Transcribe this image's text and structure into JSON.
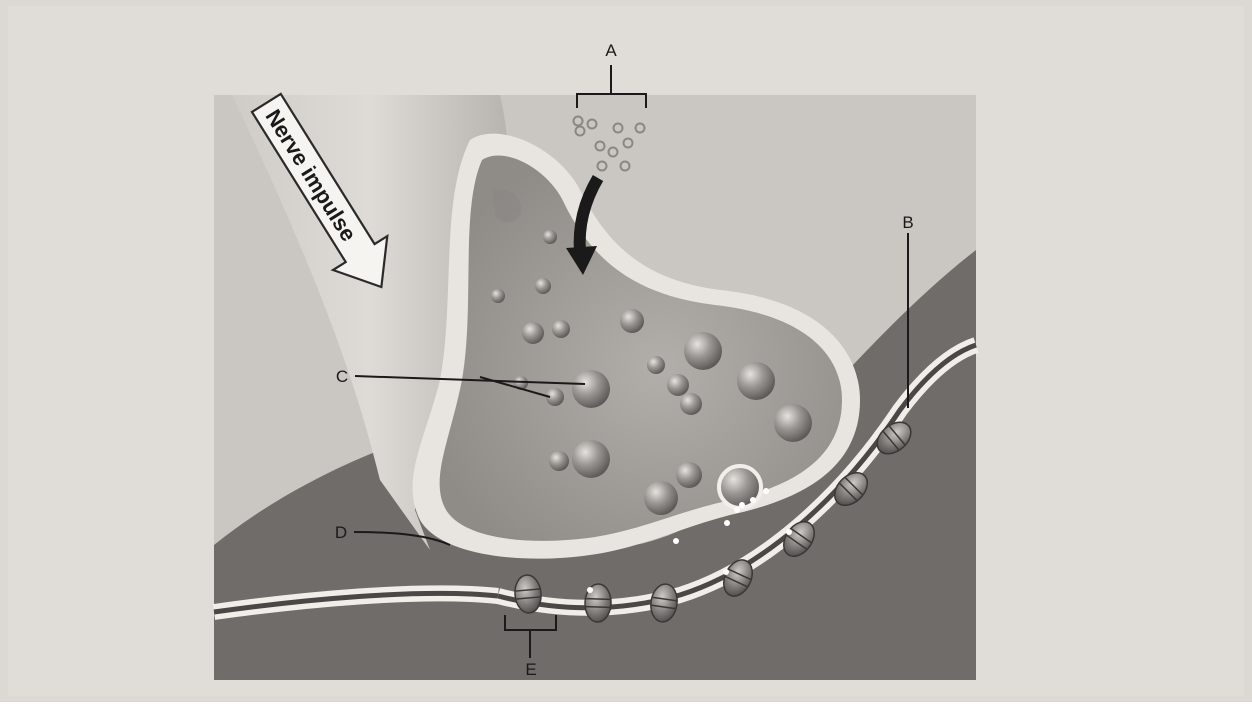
{
  "figure": {
    "arrow_text": "Nerve impulse",
    "labels": {
      "a": "A",
      "b": "B",
      "c": "C",
      "d": "D",
      "e": "E"
    }
  },
  "colors": {
    "photo_background": "#dcd8d4",
    "panel_background": "#c9c6c2",
    "postsynaptic_cell": "#6d6a67",
    "terminal_membrane": "#e7e4e0",
    "terminal_interior": "#a9a6a2",
    "vesicle": "#8f8c89",
    "label_ink": "#1a1a1a"
  }
}
